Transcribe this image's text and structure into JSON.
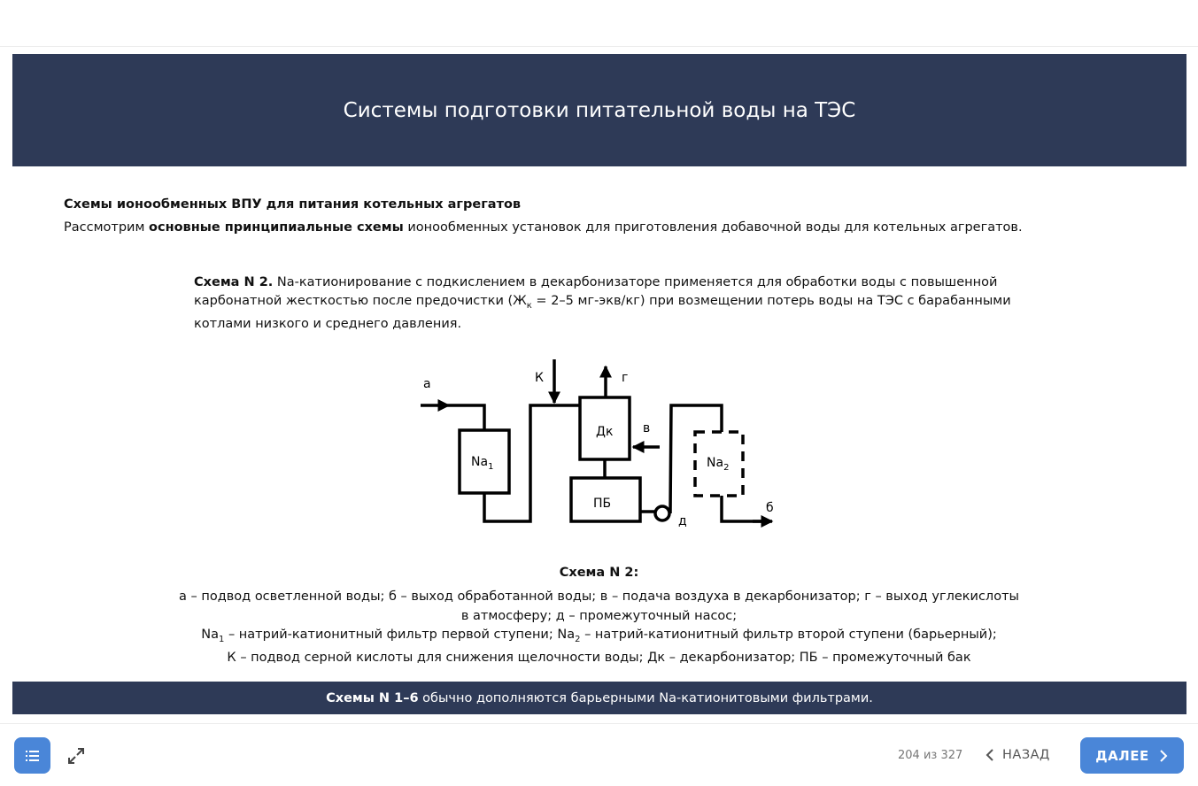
{
  "header": {
    "title": "Системы подготовки питательной воды на ТЭС"
  },
  "section": {
    "title": "Схемы ионообменных ВПУ для питания котельных агрегатов",
    "intro_pre": "Рассмотрим ",
    "intro_bold": "основные принципиальные схемы",
    "intro_post": " ионообменных установок для приготовления добавочной воды для котельных агрегатов."
  },
  "scheme": {
    "label": "Схема N 2.",
    "text_1": " Na-катионирование с подкислением в декарбонизаторе применяется для обработки воды с повышенной карбонатной жесткостью после предочистки (Ж",
    "subscript": "к",
    "text_2": " = 2–5 мг-экв/кг) при возмещении потерь воды на ТЭС с барабанными котлами низкого и среднего давления."
  },
  "diagram": {
    "label_a": "а",
    "label_b": "б",
    "label_v": "в",
    "label_g": "г",
    "label_d": "д",
    "label_k": "К",
    "dk": "Дк",
    "pb": "ПБ",
    "na": "Na",
    "sub_1": "1",
    "sub_2": "2"
  },
  "caption": {
    "title": "Схема N 2:",
    "line1": "а – подвод осветленной воды; б – выход обработанной воды; в – подача воздуха в декарбонизатор; г – выход углекислоты в атмосферу; д – промежуточный насос;",
    "na": "Na",
    "sub_1": "1",
    "na1_text": " – натрий-катионитный фильтр первой ступени; ",
    "sub_2": "2",
    "na2_text": " – натрий-катионитный фильтр второй ступени (барьерный);",
    "line3": "К – подвод серной кислоты для снижения щелочности воды; Дк – декарбонизатор; ПБ – промежуточный бак"
  },
  "footer_band": {
    "bold": "Схемы N 1–6",
    "text": " обычно дополняются барьерными Na-катионитовыми фильтрами."
  },
  "nav": {
    "counter": "204 из 327",
    "back_label": "НАЗАД",
    "next_label": "ДАЛЕЕ"
  },
  "colors": {
    "banner": "#2e3a57",
    "accent": "#4a86d8"
  }
}
